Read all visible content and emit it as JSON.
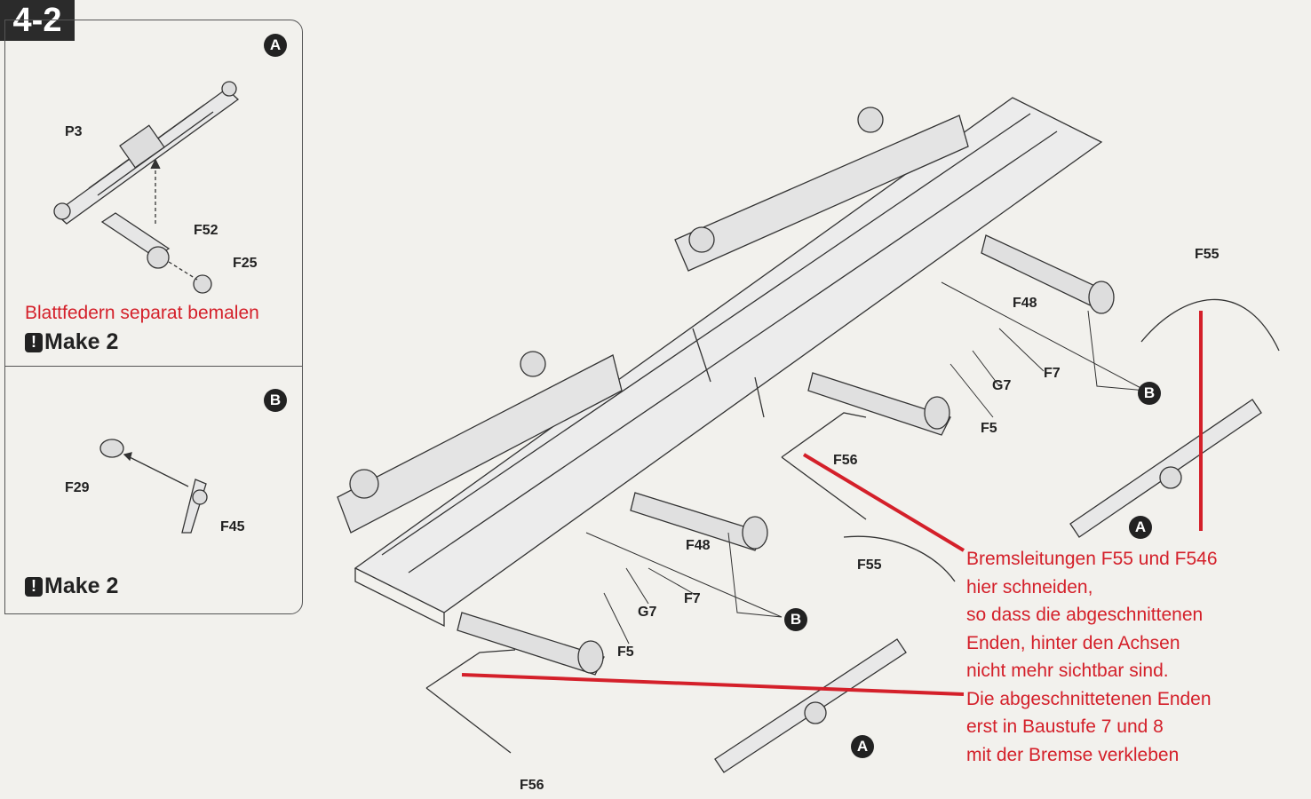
{
  "step": "4-2",
  "inset_a": {
    "marker": "A",
    "parts": [
      "P3",
      "F52",
      "F25"
    ],
    "note": "Blattfedern separat bemalen",
    "make": "Make 2"
  },
  "inset_b": {
    "marker": "B",
    "parts": [
      "F29",
      "F45"
    ],
    "make": "Make 2"
  },
  "main_labels": {
    "f55_top": "F55",
    "f48_top": "F48",
    "f7_top": "F7",
    "g7_top": "G7",
    "f5_top": "F5",
    "f56_mid": "F56",
    "f48_bottom": "F48",
    "f55_bottom": "F55",
    "f7_bottom": "F7",
    "g7_bottom": "G7",
    "f5_bottom": "F5",
    "f56_bottom": "F56",
    "marker_b_top": "B",
    "marker_a_right": "A",
    "marker_b_bottom": "B",
    "marker_a_bottom": "A"
  },
  "callout": {
    "lines": [
      "Bremsleitungen F55 und F546",
      "hier schneiden,",
      "so dass die abgeschnittenen",
      "Enden, hinter den Achsen",
      "nicht mehr sichtbar sind.",
      "Die abgeschnittetenen Enden",
      "erst in Baustufe 7 und 8",
      "mit der Bremse verkleben"
    ]
  },
  "colors": {
    "annotation_red": "#d4202a",
    "ink": "#222222",
    "paper": "#f2f1ed"
  }
}
